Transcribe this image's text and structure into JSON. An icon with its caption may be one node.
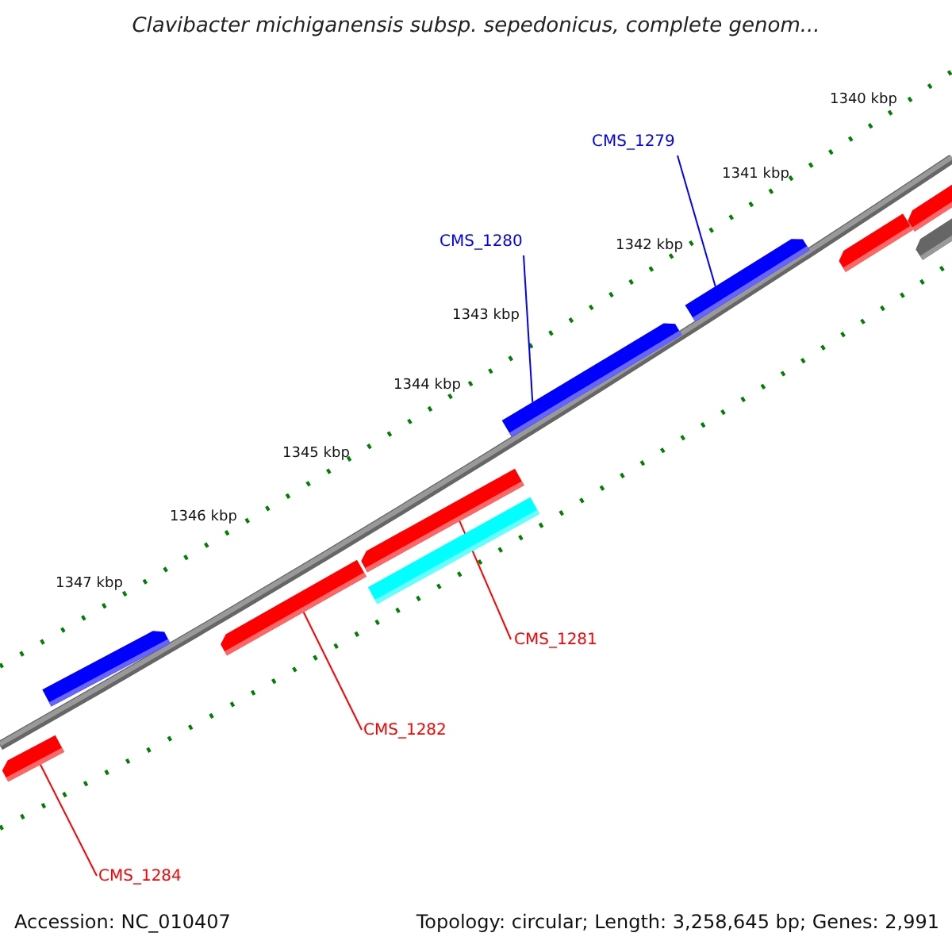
{
  "diagram": {
    "title": "Clavibacter michiganensis subsp. sepedonicus, complete genom...",
    "nodes": [
      {
        "text": [
          "CMS_1279"
        ]
      },
      {
        "text": [],
        "shape": "bar"
      },
      {
        "text": [
          "CMS_1280"
        ]
      },
      {
        "text": [],
        "shape": "bar"
      },
      {
        "text": [
          "CMS_1281"
        ]
      },
      {
        "text": [],
        "shape": "bar"
      },
      {
        "text": [
          "CMS_1282"
        ]
      },
      {
        "text": [],
        "shape": "bar"
      },
      {
        "text": [
          "CMS_1284"
        ]
      },
      {
        "text": [],
        "shape": "bar"
      },
      {
        "text": [],
        "shape": "bar"
      },
      {
        "text": [],
        "shape": "box"
      },
      {
        "text": [],
        "shape": "bar"
      },
      {
        "text": [],
        "shape": "bar"
      },
      {
        "text": [],
        "shape": "bar"
      }
    ],
    "edges": [
      {
        "from": 0,
        "to": 1,
        "arrow": "none",
        "color": "#0000ff"
      },
      {
        "from": 2,
        "to": 3,
        "arrow": "none",
        "color": "#0000ff"
      },
      {
        "from": 4,
        "to": 5,
        "arrow": "none"
      },
      {
        "from": 6,
        "to": 7,
        "arrow": "none"
      },
      {
        "from": 8,
        "to": 9,
        "arrow": "none"
      }
    ],
    "labels": [
      "1340 kbp",
      "1341 kbp",
      "1342 kbp",
      "1343 kbp",
      "1344 kbp",
      "1345 kbp",
      "1346 kbp",
      "1347 kbp",
      "Accession: NC_010407",
      "Topology: circular; Length: 3,258,645 bp; Genes: 2,991"
    ]
  }
}
